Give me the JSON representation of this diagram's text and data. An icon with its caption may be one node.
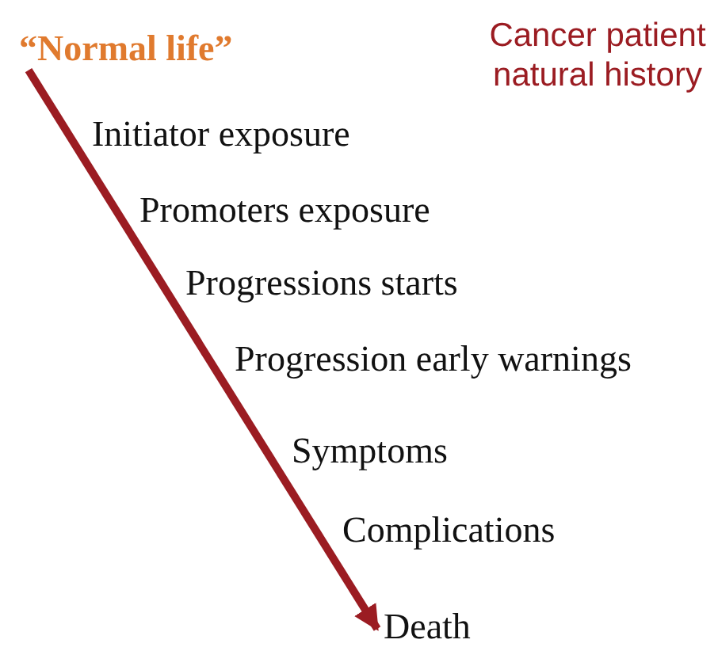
{
  "diagram": {
    "title": "Cancer patient natural history",
    "nodes": [
      {
        "text": [
          "“Normal life”"
        ]
      },
      {
        "text": [
          "Death"
        ]
      }
    ],
    "edges": [
      {
        "from": 0,
        "to": 1,
        "arrow": "to",
        "color": "#9b1c22"
      }
    ],
    "labels": [
      "Initiator exposure",
      "Promoters exposure",
      "Progressions starts",
      "Progression early warnings",
      "Symptoms",
      "Complications"
    ]
  }
}
